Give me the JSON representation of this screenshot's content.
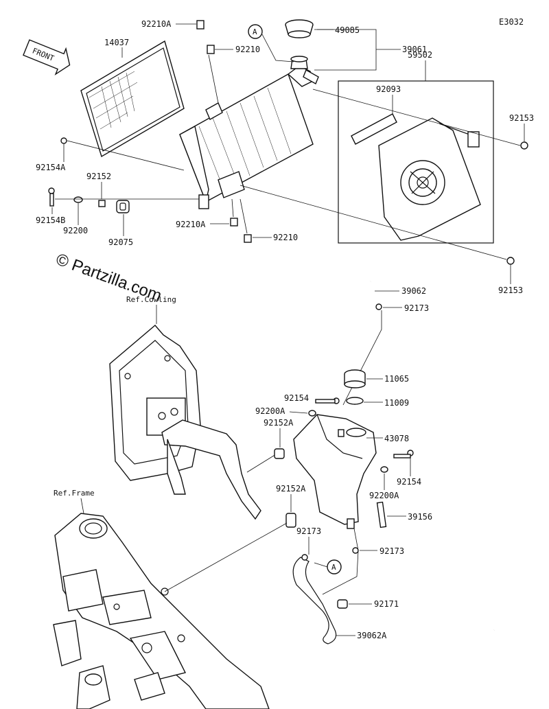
{
  "diagram_code": "E3032",
  "watermark": "© Partzilla.com",
  "front_label": "FRONT",
  "callout_letter": "A",
  "refs": {
    "cowling": "Ref.Cowling",
    "frame": "Ref.Frame"
  },
  "part_labels": {
    "p14037": "14037",
    "p92210A_top": "92210A",
    "p92210_top": "92210",
    "p49085": "49085",
    "p39061": "39061",
    "p59502": "59502",
    "p92093": "92093",
    "p92153_top": "92153",
    "p92154A": "92154A",
    "p92152": "92152",
    "p92154B": "92154B",
    "p92200": "92200",
    "p92075": "92075",
    "p92210A_bot": "92210A",
    "p92210_bot": "92210",
    "p92153_bot": "92153",
    "p39062": "39062",
    "p92173_top": "92173",
    "p11065": "11065",
    "p11009": "11009",
    "p92154_a": "92154",
    "p92200A_a": "92200A",
    "p92152A_a": "92152A",
    "p43078": "43078",
    "p92154_b": "92154",
    "p92200A_b": "92200A",
    "p92152A_b": "92152A",
    "p39156": "39156",
    "p92173_left": "92173",
    "p92173_right": "92173",
    "p92171": "92171",
    "p39062A": "39062A"
  }
}
